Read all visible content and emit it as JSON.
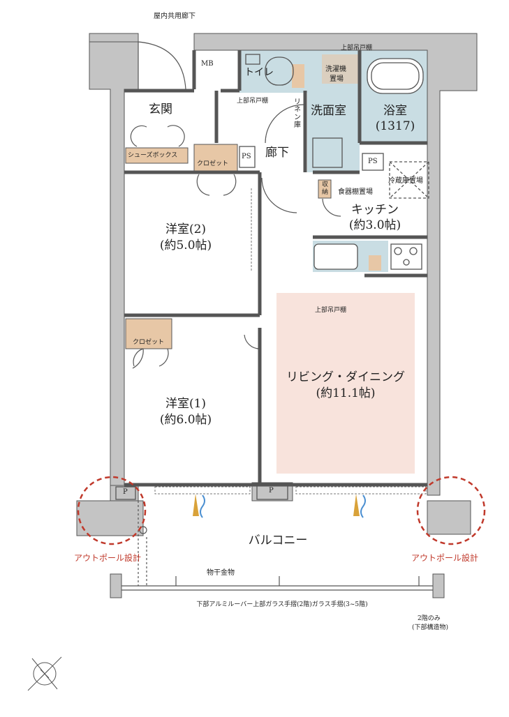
{
  "corridor": "屋内共用廊下",
  "mb": "MB",
  "toilet": "トイレ",
  "upper_cabinet_top": "上部吊戸棚",
  "upper_cabinet_left": "上部吊戸棚",
  "upper_cabinet_kitchen": "上部吊戸棚",
  "washer_line1": "洗濯機",
  "washer_line2": "置場",
  "linen": "リネン庫",
  "washroom": "洗面室",
  "bath": "浴室",
  "bath_size": "(1317)",
  "entrance": "玄関",
  "shoebox": "シューズボックス",
  "closet_upper": "クロゼット",
  "closet_lower": "クロゼット",
  "ps_left": "PS",
  "ps_right": "PS",
  "hallway": "廊下",
  "storage_line1": "収",
  "storage_line2": "納",
  "fridge": "冷蔵庫置場",
  "dish_shelf": "食器棚置場",
  "kitchen": "キッチン",
  "kitchen_size": "(約3.0帖)",
  "room2": "洋室(2)",
  "room2_size": "(約5.0帖)",
  "room1": "洋室(1)",
  "room1_size": "(約6.0帖)",
  "living": "リビング・ダイニング",
  "living_size": "(約11.1帖)",
  "p_left": "P",
  "p_center": "P",
  "balcony": "バルコニー",
  "outpole_left": "アウトポール設計",
  "outpole_right": "アウトポール設計",
  "drying_rack": "物干金物",
  "railing_note": "下部アルミルーバー上部ガラス手摺(2階)ガラス手摺(3~5階)",
  "floor2_line1": "2階のみ",
  "floor2_line2": "(下部構造物)",
  "colors": {
    "wall": "#c4c4c4",
    "wet_area": "#c9dde3",
    "storage": "#e7c7a6",
    "living": "#f8e3dc",
    "outpole": "#c0392b"
  }
}
